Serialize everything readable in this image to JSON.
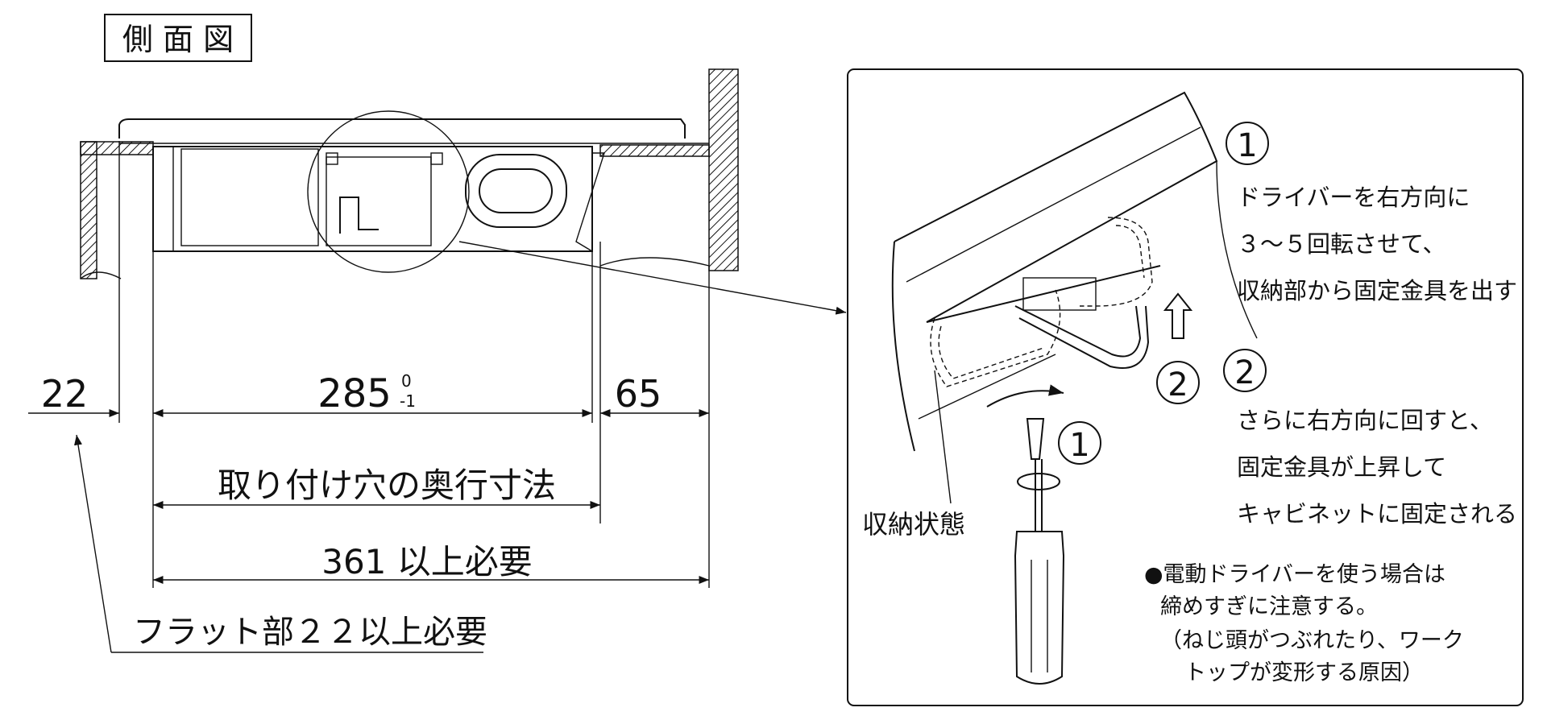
{
  "side_view": {
    "title": "側 面 図",
    "dim_left": "22",
    "dim_center": "285",
    "dim_center_tol_upper": "0",
    "dim_center_tol_lower": "-1",
    "dim_right": "65",
    "hole_depth_label": "取り付け穴の奥行寸法",
    "required_depth_label": "361 以上必要",
    "flat_label": "フラット部２２以上必要"
  },
  "detail": {
    "step1_marker": "1",
    "step1_lines": [
      "ドライバーを右方向に",
      "３～５回転させて、",
      "収納部から固定金具を出す"
    ],
    "step2_marker": "2",
    "step2_lines": [
      "さらに右方向に回すと、",
      "固定金具が上昇して",
      "キャビネットに固定される"
    ],
    "storage_label": "収納状態",
    "driver_marker": "1",
    "bracket_marker": "2",
    "note_lines": [
      "●電動ドライバーを使う場合は",
      "締めすぎに注意する。",
      "（ねじ頭がつぶれたり、ワーク",
      "トップが変形する原因）"
    ]
  }
}
